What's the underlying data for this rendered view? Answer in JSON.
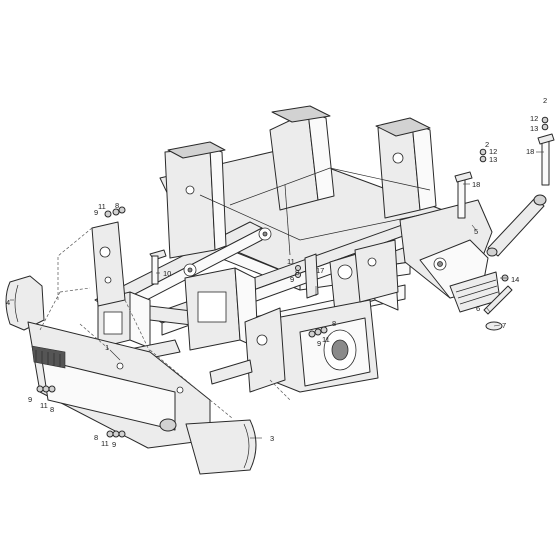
{
  "callouts": [
    {
      "id": "c1",
      "label": "1"
    },
    {
      "id": "c2a",
      "label": "2"
    },
    {
      "id": "c2b",
      "label": "2"
    },
    {
      "id": "c3",
      "label": "3"
    },
    {
      "id": "c4",
      "label": "4"
    },
    {
      "id": "c5",
      "label": "5"
    },
    {
      "id": "c6",
      "label": "6"
    },
    {
      "id": "c7",
      "label": "7"
    },
    {
      "id": "c8a",
      "label": "8"
    },
    {
      "id": "c8b",
      "label": "8"
    },
    {
      "id": "c8c",
      "label": "8"
    },
    {
      "id": "c8d",
      "label": "8"
    },
    {
      "id": "c8e",
      "label": "8"
    },
    {
      "id": "c9a",
      "label": "9"
    },
    {
      "id": "c9b",
      "label": "9"
    },
    {
      "id": "c9c",
      "label": "9"
    },
    {
      "id": "c9d",
      "label": "9"
    },
    {
      "id": "c9e",
      "label": "9"
    },
    {
      "id": "c10",
      "label": "10"
    },
    {
      "id": "c11a",
      "label": "11"
    },
    {
      "id": "c11b",
      "label": "11"
    },
    {
      "id": "c11c",
      "label": "11"
    },
    {
      "id": "c11d",
      "label": "11"
    },
    {
      "id": "c11e",
      "label": "11"
    },
    {
      "id": "c12a",
      "label": "12"
    },
    {
      "id": "c12b",
      "label": "12"
    },
    {
      "id": "c13a",
      "label": "13"
    },
    {
      "id": "c13b",
      "label": "13"
    },
    {
      "id": "c14",
      "label": "14"
    },
    {
      "id": "c17",
      "label": "17"
    },
    {
      "id": "c18a",
      "label": "18"
    },
    {
      "id": "c18b",
      "label": "18"
    }
  ]
}
